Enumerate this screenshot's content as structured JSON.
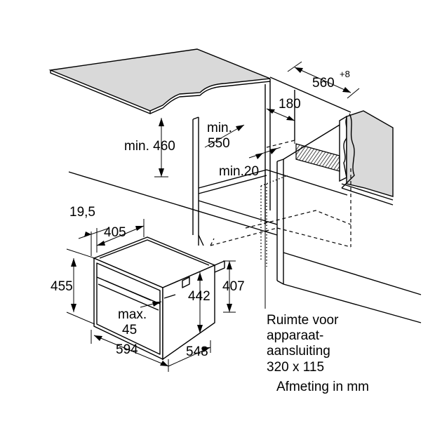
{
  "dimensions": {
    "width_cabinet": "560",
    "width_cabinet_tolerance": "+8",
    "vent_depth": "180",
    "height_min": "min. 460",
    "depth_min_line1": "min.",
    "depth_min_line2": "550",
    "gap_min": "min.20",
    "side_offset": "19,5",
    "depth_body": "405",
    "height_total": "455",
    "height_inner": "442",
    "height_side": "407",
    "door_gap_line1": "max.",
    "door_gap_line2": "45",
    "width_front": "594",
    "depth_total": "548"
  },
  "notes": {
    "line1": "Ruimte voor",
    "line2": "apparaat-",
    "line3": "aansluiting",
    "line4": "320 x 115",
    "units": "Afmeting in mm"
  }
}
